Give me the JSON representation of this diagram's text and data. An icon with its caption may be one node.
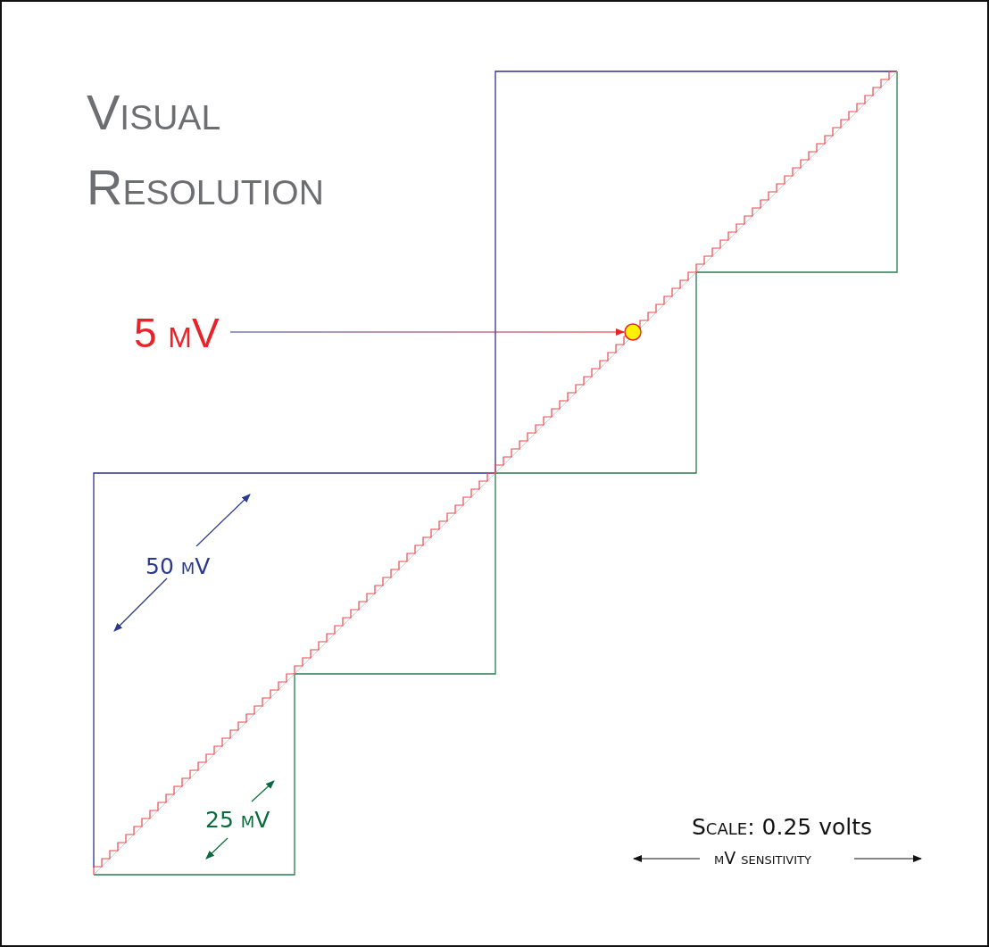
{
  "diagram": {
    "title": "Visual Resolution",
    "nodes": [
      {
        "text": [
          "5 mV"
        ]
      },
      {
        "text": [],
        "shape": "circle"
      }
    ],
    "edges": [
      {
        "from": 0,
        "to": 1,
        "arrow": "to"
      }
    ],
    "labels": [
      "50 mV",
      "25 mV",
      "Scale: 0.25 volts",
      "mV sensitivity"
    ]
  }
}
